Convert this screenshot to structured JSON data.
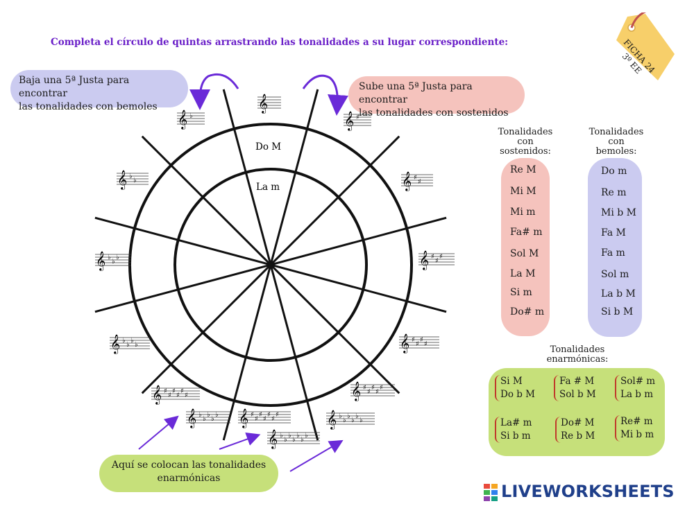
{
  "title": "Completa el círculo de quintas arrastrando las tonalidades a su lugar correspondiente:",
  "tag": {
    "line1": "FICHA 24",
    "line2": "3º EE"
  },
  "bubbles": {
    "flats": [
      "Baja una 5ª Justa para encontrar",
      "las tonalidades con bemoles"
    ],
    "sharps": [
      "Sube una 5ª Justa para encontrar",
      "las tonalidades con sostenidos"
    ],
    "enharmonic": [
      "Aquí se colocan las tonalidades",
      "enarmónicas"
    ]
  },
  "circle": {
    "outer_label": "Do M",
    "inner_label": "La m"
  },
  "sharps_column": {
    "title": [
      "Tonalidades",
      "con",
      "sostenidos:"
    ],
    "keys": [
      "Re M",
      "Mi M",
      "Mi m",
      "Fa# m",
      "Sol M",
      "La M",
      "Si m",
      "Do# m"
    ]
  },
  "flats_column": {
    "title": [
      "Tonalidades",
      "con",
      "bemoles:"
    ],
    "keys": [
      "Do m",
      "Re m",
      "Mi b M",
      "Fa M",
      "Fa m",
      "Sol m",
      "La b M",
      "Si b M"
    ]
  },
  "enharmonic": {
    "title": [
      "Tonalidades",
      "enarmónicas:"
    ],
    "pairs": [
      [
        "Si M",
        "Do b M"
      ],
      [
        "Fa # M",
        "Sol b M"
      ],
      [
        "Sol# m",
        "La b m"
      ],
      [
        "La# m",
        "Si b m"
      ],
      [
        "Do# M",
        "Re b M"
      ],
      [
        "Re# m",
        "Mi b m"
      ]
    ]
  },
  "key_signatures": [
    {
      "accidental": "none",
      "count": 0
    },
    {
      "accidental": "sharp",
      "count": 1
    },
    {
      "accidental": "sharp",
      "count": 2
    },
    {
      "accidental": "sharp",
      "count": 3
    },
    {
      "accidental": "sharp",
      "count": 4
    },
    {
      "accidental": "sharp",
      "count": 5
    },
    {
      "accidental": "sharp",
      "count": 6
    },
    {
      "accidental": "sharp",
      "count": 7
    },
    {
      "accidental": "flat",
      "count": 1
    },
    {
      "accidental": "flat",
      "count": 2
    },
    {
      "accidental": "flat",
      "count": 3
    },
    {
      "accidental": "flat",
      "count": 4
    },
    {
      "accidental": "flat",
      "count": 5
    },
    {
      "accidental": "flat",
      "count": 6
    },
    {
      "accidental": "flat",
      "count": 7
    }
  ],
  "logo": "LIVEWORKSHEETS",
  "colors": {
    "title": "#6a1fc8",
    "arrow": "#6a2ad8",
    "flats": "#cbcbf0",
    "sharps": "#f5c3bd",
    "enharmonic": "#c6e07a",
    "tag": "#f7cf6a"
  }
}
